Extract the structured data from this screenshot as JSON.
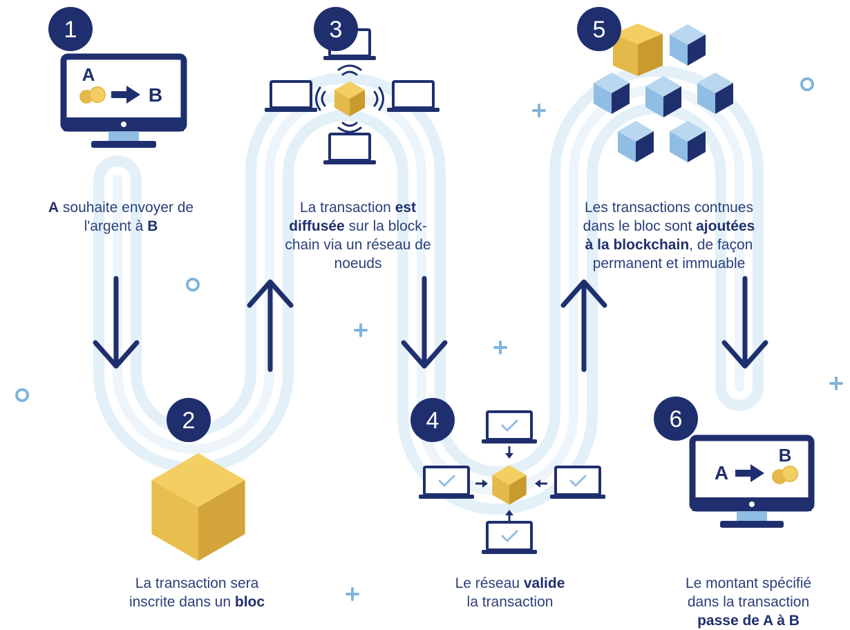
{
  "colors": {
    "navy": "#1f2f6e",
    "gold_light": "#f3cf63",
    "gold_mid": "#e4b94a",
    "gold_dark": "#c99a2e",
    "blue_light": "#a8cdea",
    "blue_mid": "#5c8fc9",
    "blue_dark": "#1f2f6e",
    "track": "#e3f0f8"
  },
  "steps": [
    {
      "number": "1",
      "parts": [
        {
          "t": "A",
          "b": true
        },
        {
          "t": " souhaite envoyer de",
          "b": false
        },
        {
          "t": "\n",
          "b": false
        },
        {
          "t": "l'argent à ",
          "b": false
        },
        {
          "t": "B",
          "b": true
        }
      ]
    },
    {
      "number": "2",
      "parts": [
        {
          "t": "La transaction sera",
          "b": false
        },
        {
          "t": "\n",
          "b": false
        },
        {
          "t": "inscrite dans un ",
          "b": false
        },
        {
          "t": "bloc",
          "b": true
        }
      ]
    },
    {
      "number": "3",
      "parts": [
        {
          "t": "La transaction ",
          "b": false
        },
        {
          "t": "est",
          "b": true
        },
        {
          "t": "\n",
          "b": false
        },
        {
          "t": "diffusée",
          "b": true
        },
        {
          "t": " sur  la block-",
          "b": false
        },
        {
          "t": "\n",
          "b": false
        },
        {
          "t": "chain via un réseau de",
          "b": false
        },
        {
          "t": "\n",
          "b": false
        },
        {
          "t": "noeuds",
          "b": false
        }
      ]
    },
    {
      "number": "4",
      "parts": [
        {
          "t": "Le réseau ",
          "b": false
        },
        {
          "t": "valide",
          "b": true
        },
        {
          "t": "\n",
          "b": false
        },
        {
          "t": "la transaction",
          "b": false
        }
      ]
    },
    {
      "number": "5",
      "parts": [
        {
          "t": "Les transactions contnues",
          "b": false
        },
        {
          "t": "\n",
          "b": false
        },
        {
          "t": "dans le bloc sont ",
          "b": false
        },
        {
          "t": "ajoutées",
          "b": true
        },
        {
          "t": "\n",
          "b": false
        },
        {
          "t": "à la blockchain",
          "b": true
        },
        {
          "t": ", de façon",
          "b": false
        },
        {
          "t": "\n",
          "b": false
        },
        {
          "t": "permanent et immuable",
          "b": false
        }
      ]
    },
    {
      "number": "6",
      "parts": [
        {
          "t": "Le montant spécifié",
          "b": false
        },
        {
          "t": "\n",
          "b": false
        },
        {
          "t": "dans la transaction",
          "b": false
        },
        {
          "t": "\n",
          "b": false
        },
        {
          "t": "passe de A à B",
          "b": true
        }
      ]
    }
  ],
  "monitor1": {
    "from": "A",
    "to": "B"
  },
  "monitor6": {
    "from": "A",
    "to": "B"
  },
  "icons": {
    "step_badge": "numbered-circle",
    "transfer_arrow": "right-arrow-icon",
    "flow_down": "down-arrow-icon",
    "flow_up": "up-arrow-icon",
    "node": "laptop-icon",
    "broadcast": "wifi-signal-icon",
    "validated": "checkmark-icon",
    "block": "cube-icon",
    "chain": "cube-stack-icon"
  }
}
